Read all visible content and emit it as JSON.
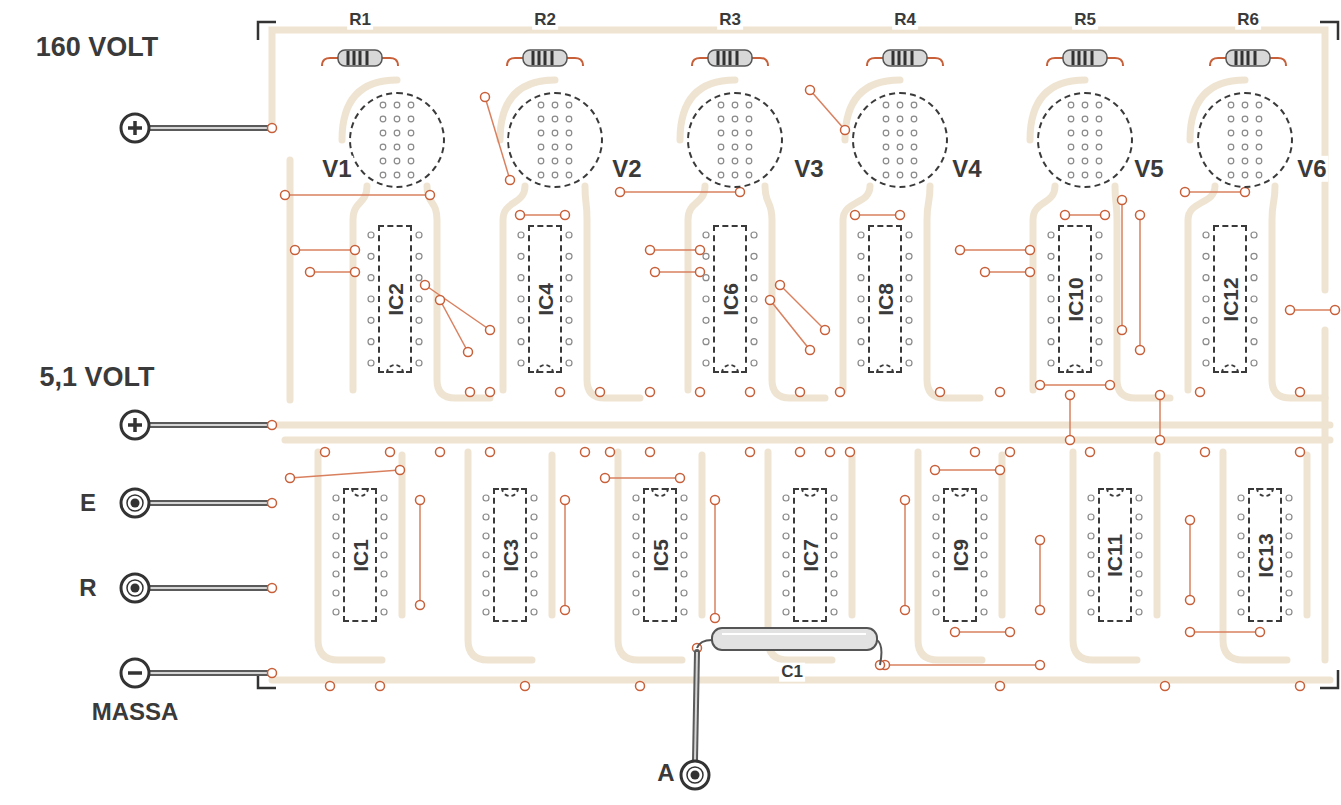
{
  "diagram": {
    "nodes": [
      {
        "text": [
          "V1"
        ]
      },
      {
        "text": [
          "V2"
        ]
      },
      {
        "text": [
          "V3"
        ]
      },
      {
        "text": [
          "V4"
        ]
      },
      {
        "text": [
          "V5"
        ]
      },
      {
        "text": [
          "V6"
        ]
      },
      {
        "text": [
          "IC2"
        ]
      },
      {
        "text": [
          "IC4"
        ]
      },
      {
        "text": [
          "IC6"
        ]
      },
      {
        "text": [
          "IC8"
        ]
      },
      {
        "text": [
          "IC10"
        ]
      },
      {
        "text": [
          "IC12"
        ]
      },
      {
        "text": [
          "IC1"
        ]
      },
      {
        "text": [
          "IC3"
        ]
      },
      {
        "text": [
          "IC5"
        ]
      },
      {
        "text": [
          "IC7"
        ]
      },
      {
        "text": [
          "IC9"
        ]
      },
      {
        "text": [
          "IC11"
        ]
      },
      {
        "text": [
          "IC13"
        ]
      }
    ],
    "labels": [
      "160 VOLT",
      "5,1 VOLT",
      "E",
      "R",
      "MASSA",
      "A",
      "R1",
      "R2",
      "R3",
      "R4",
      "R5",
      "R6",
      "C1"
    ]
  }
}
